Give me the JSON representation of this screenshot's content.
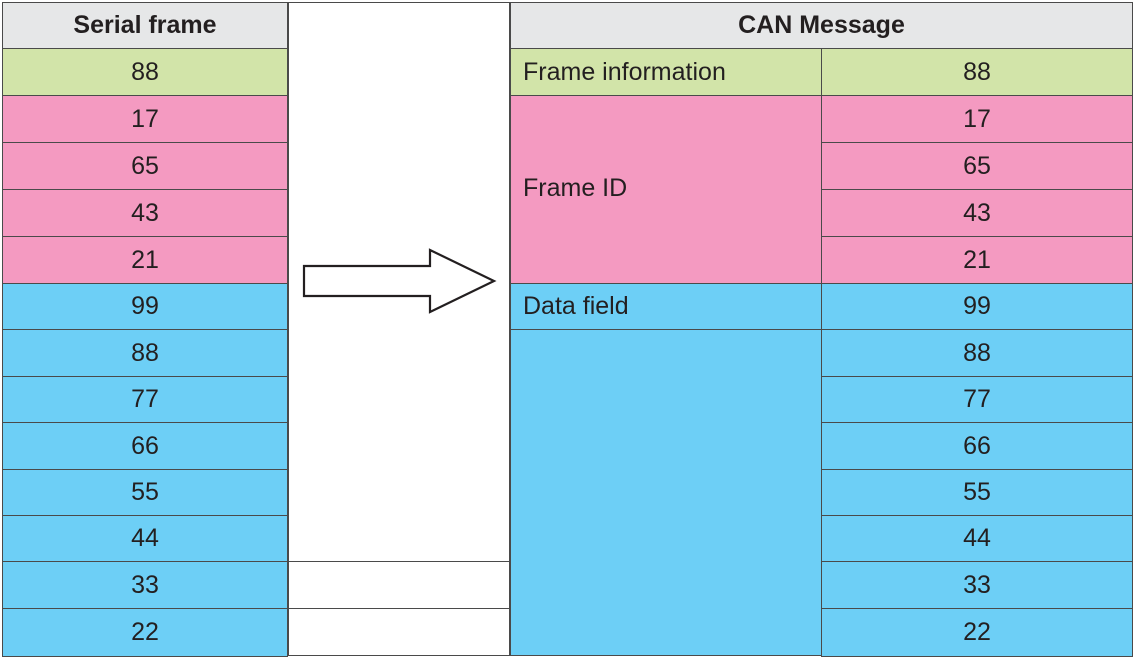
{
  "serial_frame": {
    "header": "Serial frame",
    "values": [
      "88",
      "17",
      "65",
      "43",
      "21",
      "99",
      "88",
      "77",
      "66",
      "55",
      "44",
      "33",
      "22"
    ]
  },
  "can_message": {
    "header": "CAN Message",
    "groups": {
      "frame_information": "Frame information",
      "frame_id": "Frame ID",
      "data_field": "Data field"
    },
    "values": [
      "88",
      "17",
      "65",
      "43",
      "21",
      "99",
      "88",
      "77",
      "66",
      "55",
      "44",
      "33",
      "22"
    ]
  },
  "colors": {
    "header": "#e6e7e8",
    "frame_information": "#d2e4a9",
    "frame_id": "#f49ac1",
    "data_field": "#6dcff6"
  },
  "arrow_icon": "right-outline-arrow"
}
